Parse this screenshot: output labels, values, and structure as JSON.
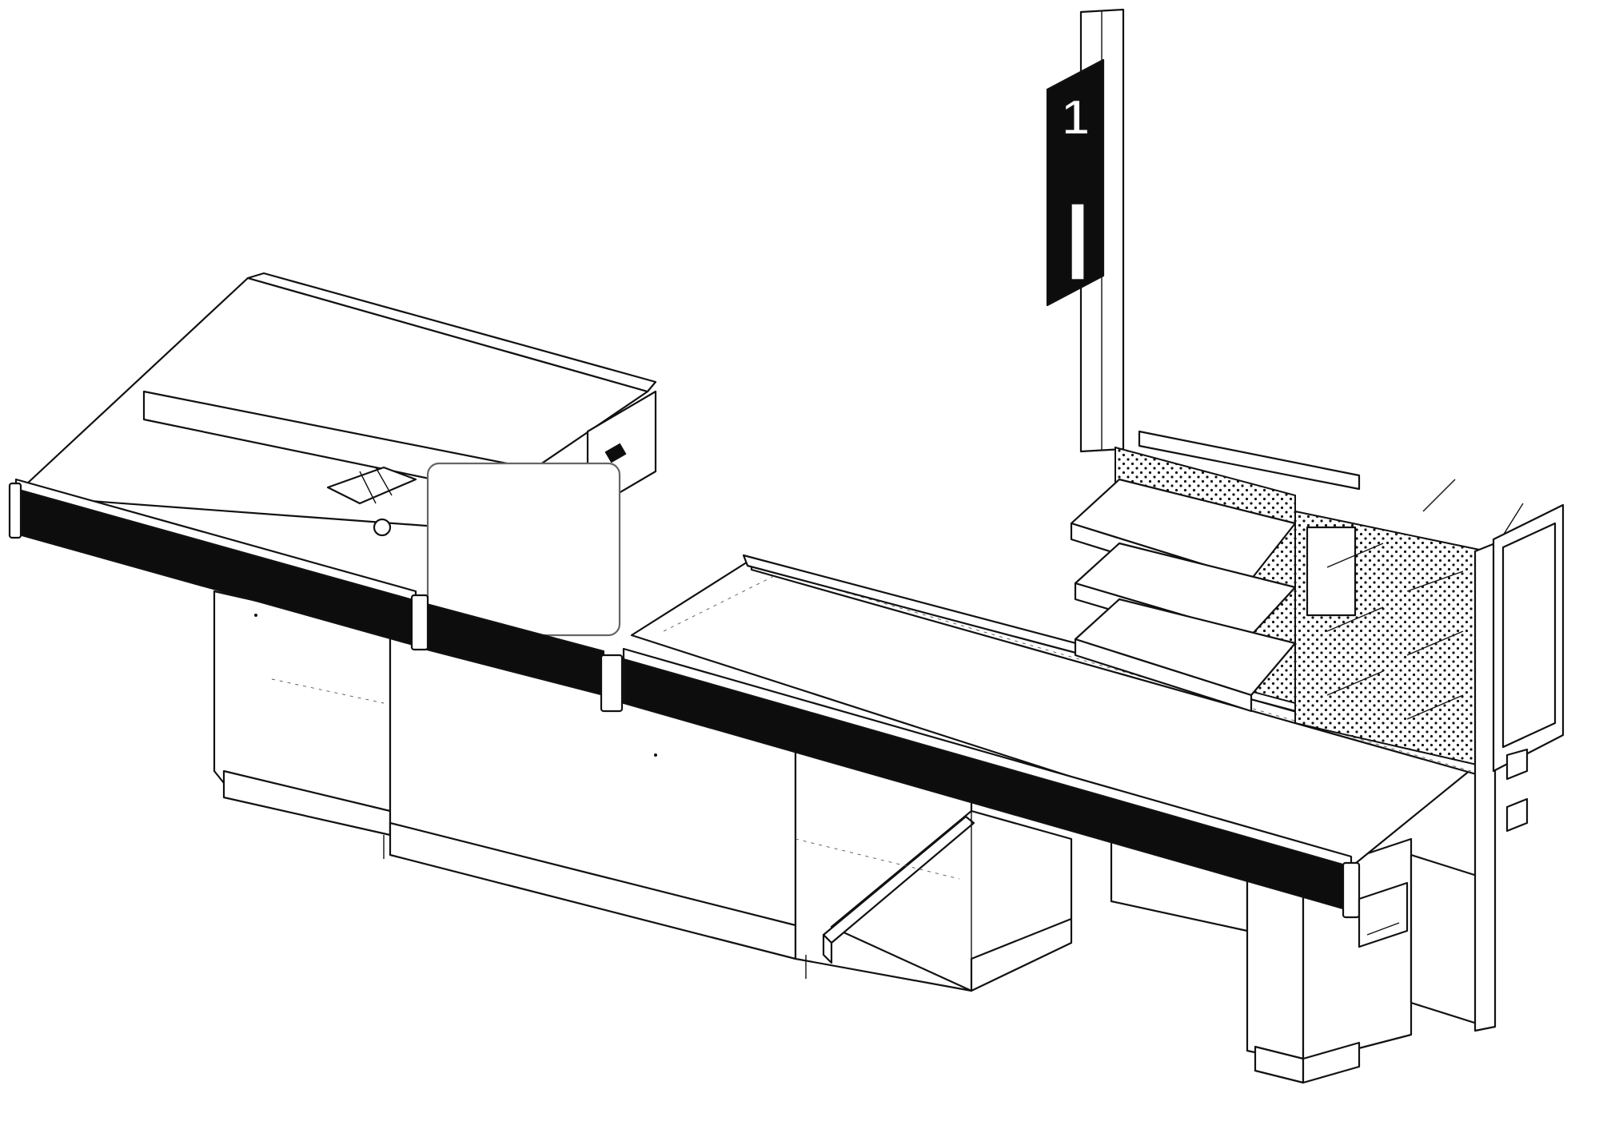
{
  "diagram": {
    "lane_sign": {
      "number": "1"
    },
    "colors": {
      "line": "#111111",
      "fill": "#ffffff",
      "band": "#0d0d0d"
    },
    "components": [
      "feed-conveyor",
      "divider-panel",
      "main-conveyor",
      "lane-sign-pole",
      "impulse-shelves",
      "pegboard-panel",
      "customer-display",
      "cabinet-base",
      "bagging-area"
    ]
  }
}
